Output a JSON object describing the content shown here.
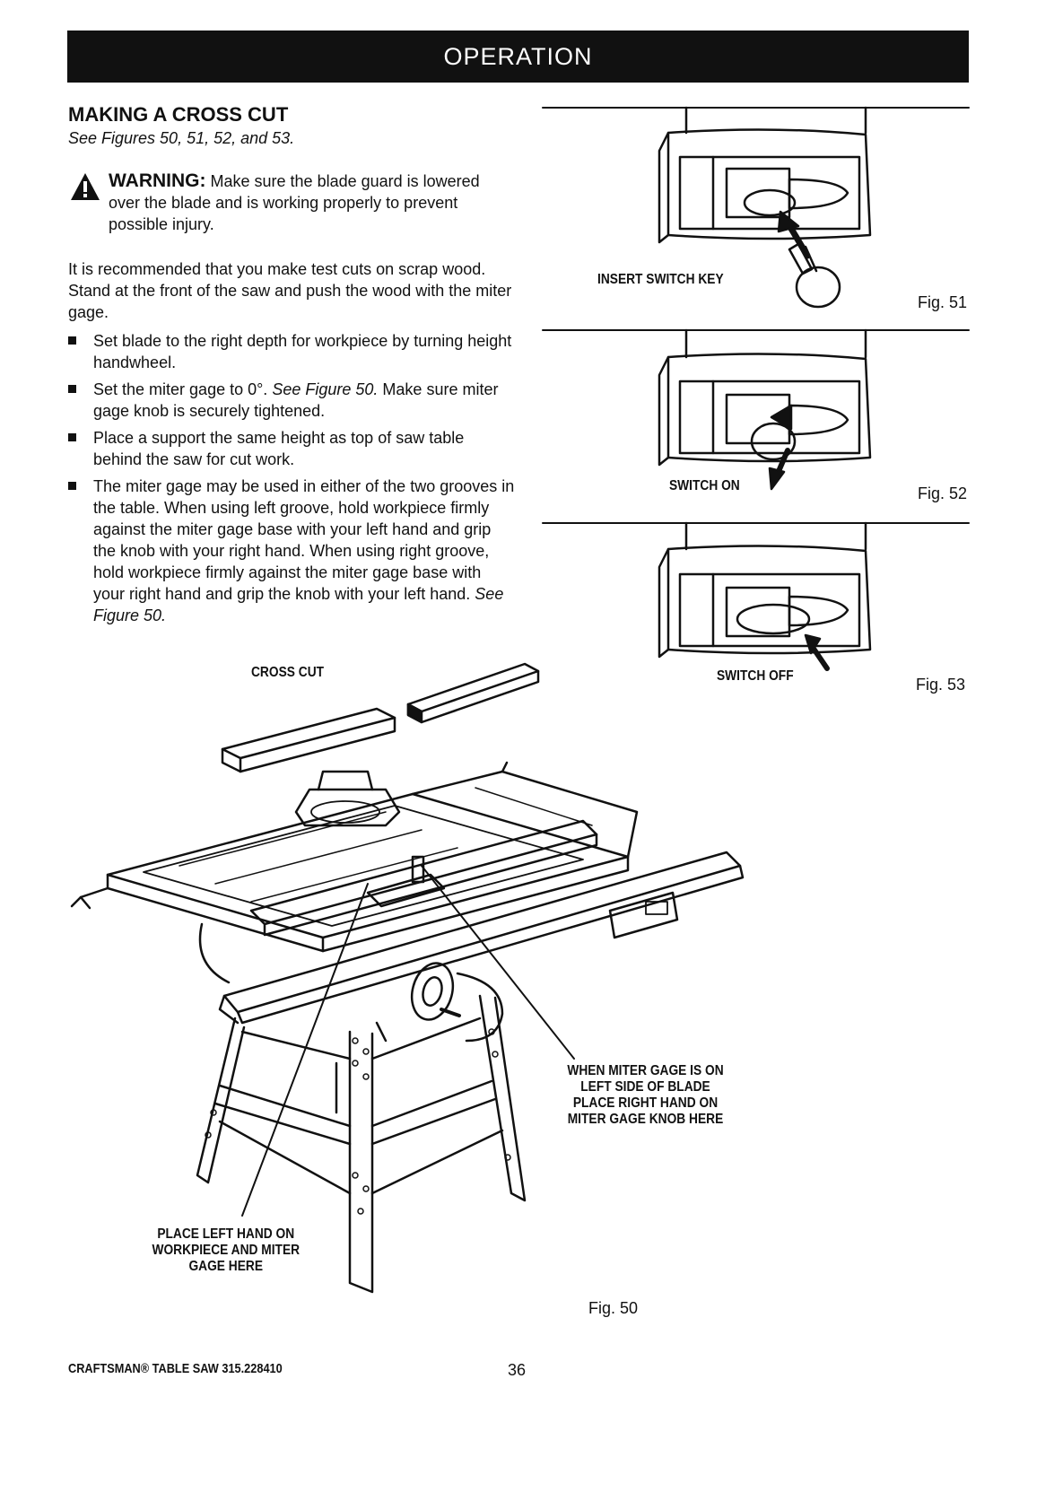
{
  "header": {
    "title": "OPERATION"
  },
  "section": {
    "title": "MAKING A CROSS CUT",
    "see_figures": "See Figures 50, 51, 52, and 53."
  },
  "warning": {
    "label": "WARNING:",
    "text": "Make sure the blade guard is lowered over the blade and is working properly to prevent possible injury."
  },
  "intro": "It is recommended that you make test cuts on scrap wood. Stand at the front of the saw and push the wood with the miter gage.",
  "bullets": {
    "b1": "Set blade to the right depth for workpiece by turning height handwheel.",
    "b2_a": "Set the miter gage to 0°.",
    "b2_ref": "See Figure 50.",
    "b2_b": "Make sure miter gage knob is securely tightened.",
    "b3": "Place a support the same height as top of saw table behind the saw for cut work.",
    "b4_a": "The miter gage may be used in either of the two grooves in the table. When using left groove, hold workpiece firmly against the miter gage base with your left hand and grip the knob with your right hand. When using right groove, hold workpiece firmly against the miter gage base with your right hand and grip the knob with your left hand.",
    "b4_ref": "See Figure 50."
  },
  "figures": {
    "fig51": {
      "callout": "INSERT SWITCH KEY",
      "label": "Fig. 51"
    },
    "fig52": {
      "callout": "SWITCH ON",
      "label": "Fig. 52"
    },
    "fig53": {
      "callout": "SWITCH OFF",
      "label": "Fig. 53"
    },
    "fig50": {
      "callout_cross_cut": "CROSS CUT",
      "right_hand": {
        "line1": "WHEN MITER GAGE IS ON",
        "line2": "LEFT SIDE OF BLADE",
        "line3": "PLACE RIGHT HAND ON",
        "line4": "MITER GAGE KNOB HERE"
      },
      "left_hand": {
        "line1": "PLACE LEFT HAND ON",
        "line2": "WORKPIECE AND MITER",
        "line3": "GAGE HERE"
      },
      "label": "Fig. 50"
    }
  },
  "footer": {
    "brand": "CRAFTSMAN® TABLE SAW 315.228410",
    "page_number": "36"
  }
}
